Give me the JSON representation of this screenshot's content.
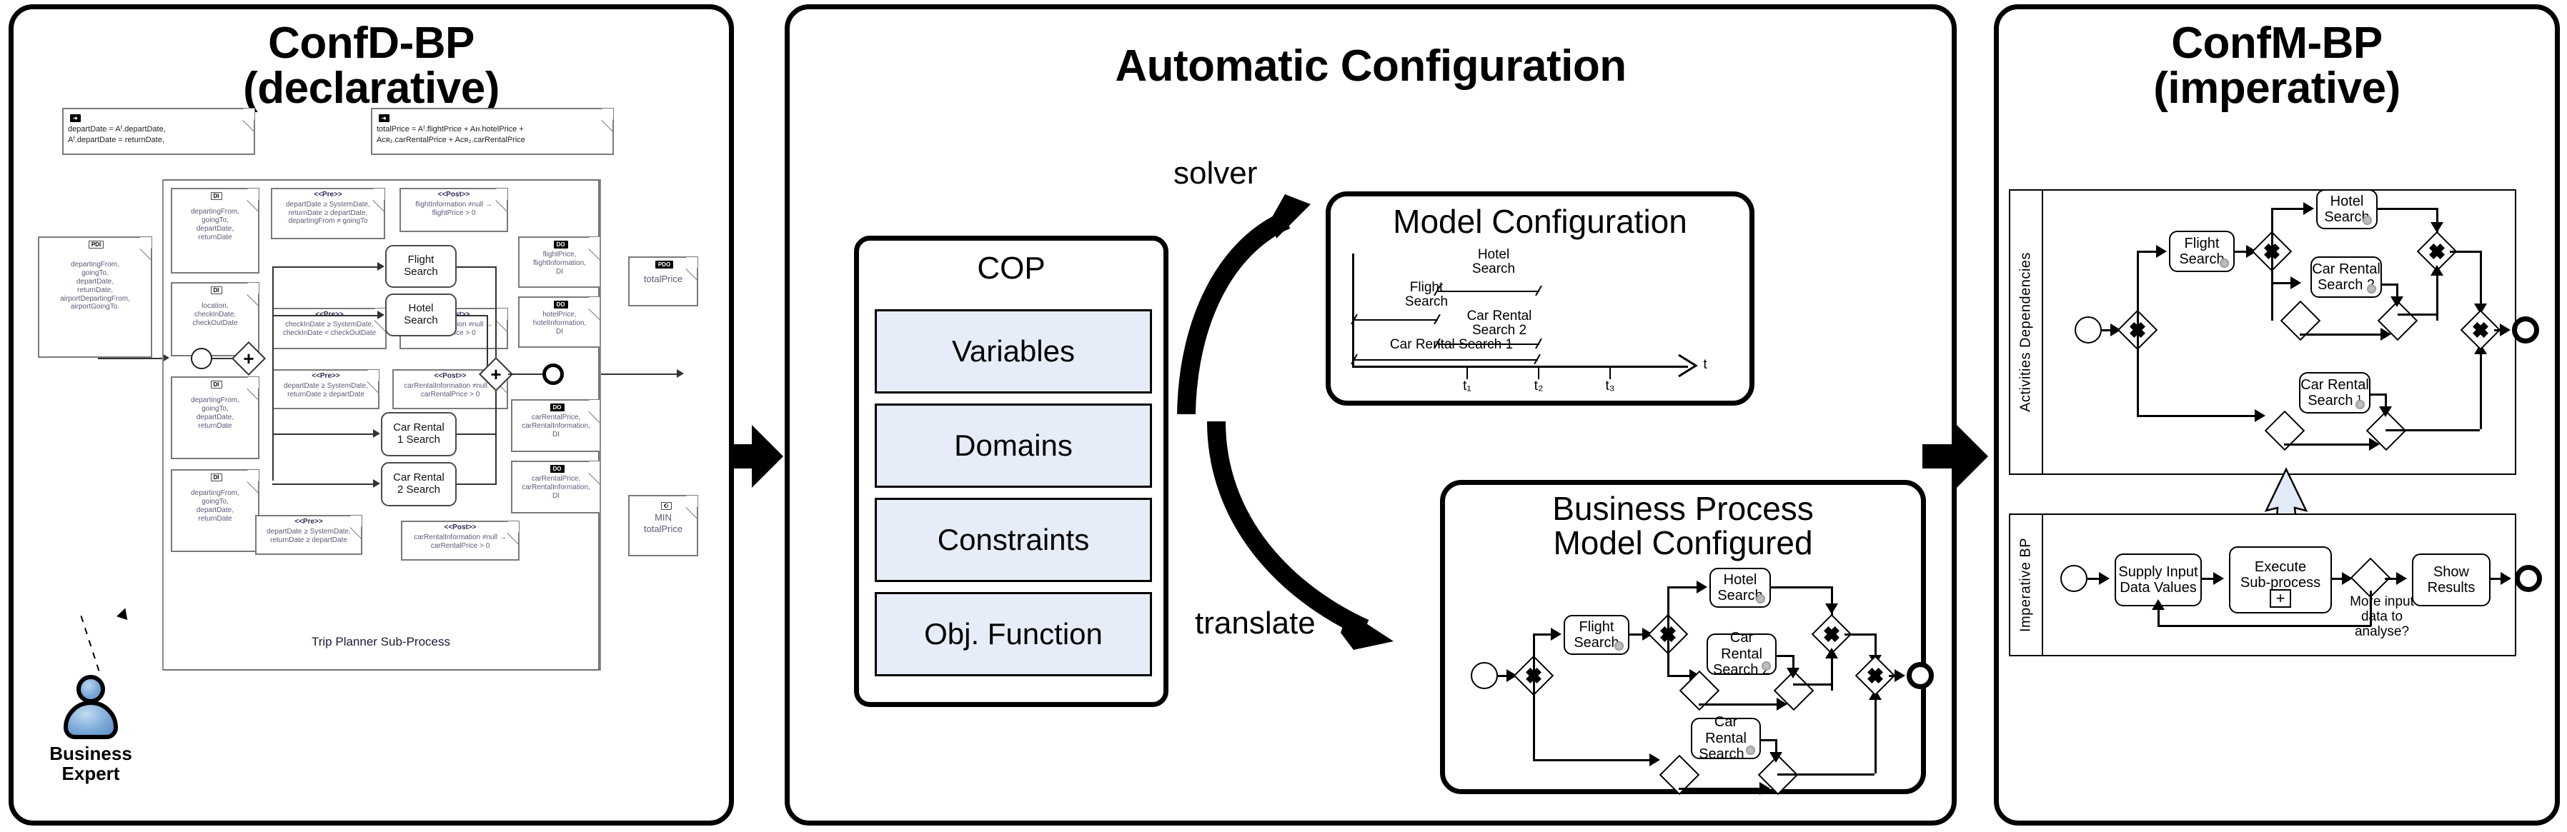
{
  "panels": {
    "left": {
      "title_line1": "ConfD-BP",
      "title_line2": "(declarative)"
    },
    "middle": {
      "title": "Automatic Configuration"
    },
    "right": {
      "title_line1": "ConfM-BP",
      "title_line2": "(imperative)"
    }
  },
  "flow_labels": {
    "solver": "solver",
    "translate": "translate"
  },
  "left_panel": {
    "annotation_top_left": "departDate = Aₑ.departDate,\nAₑ.departDate = returnDate,",
    "annotation_top_left_line1": "departDate = Aᶠ.departDate,",
    "annotation_top_left_line2": "Aᶠ.departDate = returnDate,",
    "annotation_top_right_line1": "totalPrice = Aᶠ.flightPrice + Aʜ.hotelPrice +",
    "annotation_top_right_line2": "Aᴄʀ₁.carRentalPrice + Aᴄʀ₂.carRentalPrice",
    "subprocess_label": "Trip Planner Sub-Process",
    "expert_label_line1": "Business",
    "expert_label_line2": "Expert",
    "tags": {
      "di": "DI",
      "pdi": "PDI",
      "do": "DO",
      "pdo": "PDO",
      "pre": "<<Pre>>",
      "post": "<<Post>>"
    },
    "data_objects": [
      {
        "name": "process-data-input",
        "tag": "PDI",
        "text": "departingFrom,\ngoingTo,\ndepartDate,\nreturnDate,\nairportDepartingFrom,\nairportGoingTo."
      },
      {
        "name": "di-flight",
        "tag": "DI",
        "text": "departingFrom,\ngoingTo,\ndepartDate,\nreturnDate"
      },
      {
        "name": "di-hotel",
        "tag": "DI",
        "text": "location,\ncheckInDate,\ncheckOutDate"
      },
      {
        "name": "di-carrental1",
        "tag": "DI",
        "text": "departingFrom,\ngoingTo,\ndepartDate,\nreturnDate"
      },
      {
        "name": "di-carrental2",
        "tag": "DI",
        "text": "departingFrom,\ngoingTo,\ndepartDate,\nreturnDate"
      }
    ],
    "pre_post": [
      {
        "name": "pre-flight",
        "hdr": "<<Pre>>",
        "text": "departDate ≥ SystemDate,\nreturnDate ≥ departDate,\ndepartingFrom ≠ goingTo"
      },
      {
        "name": "post-flight",
        "hdr": "<<Post>>",
        "text": "flightInformation ≠null →\nflightPrice > 0"
      },
      {
        "name": "pre-hotel",
        "hdr": "<<Pre>>",
        "text": "checkInDate ≥ SystemDate,\ncheckInDate < checkOutDate"
      },
      {
        "name": "post-hotel",
        "hdr": "<<Post>>",
        "text": "hotelInformation ≠null →\nhotelPrice > 0"
      },
      {
        "name": "pre-cr1",
        "hdr": "<<Pre>>",
        "text": "departDate ≥ SystemDate,\nreturnDate ≥ departDate"
      },
      {
        "name": "post-cr1",
        "hdr": "<<Post>>",
        "text": "carRentalInformation ≠null →\ncarRentalPrice > 0"
      },
      {
        "name": "pre-cr2",
        "hdr": "<<Pre>>",
        "text": "departDate ≥ SystemDate,\nreturnDate ≥ departDate"
      },
      {
        "name": "post-cr2",
        "hdr": "<<Post>>",
        "text": "carRentalInformation ≠null →\ncarRentalPrice > 0"
      }
    ],
    "outputs": [
      {
        "name": "do-flight",
        "tag": "DO",
        "text": "flightPrice,\nflightInformation,\nDI"
      },
      {
        "name": "do-hotel",
        "tag": "DO",
        "text": "hotelPrice,\nhotelInformation,\nDI"
      },
      {
        "name": "do-carrental1",
        "tag": "DO",
        "text": "carRentalPrice,\ncarRentalInformation,\nDI"
      },
      {
        "name": "do-carrental2",
        "tag": "DO",
        "text": "carRentalPrice,\ncarRentalInformation,\nDI"
      }
    ],
    "process_output": {
      "tag": "PDO",
      "text": "totalPrice"
    },
    "objective": {
      "text_line1": "MIN",
      "text_line2": "totalPrice"
    },
    "tasks": [
      {
        "name": "flight-search",
        "line1": "Flight",
        "line2": "Search"
      },
      {
        "name": "hotel-search",
        "line1": "Hotel",
        "line2": "Search"
      },
      {
        "name": "car-rental-1",
        "line1": "Car Rental",
        "line2": "1 Search"
      },
      {
        "name": "car-rental-2",
        "line1": "Car Rental",
        "line2": "2 Search"
      }
    ]
  },
  "cop": {
    "title": "COP",
    "items": [
      {
        "label": "Variables"
      },
      {
        "label": "Domains"
      },
      {
        "label": "Constraints"
      },
      {
        "label": "Obj. Function"
      }
    ],
    "item_fill": "#e6edf8",
    "item_border": "#000000"
  },
  "model_configuration": {
    "title": "Model Configuration",
    "axis_label": "t",
    "ticks": [
      "t₁",
      "t₂",
      "t₃"
    ],
    "activities": [
      {
        "name": "hotel-search",
        "label_line1": "Hotel",
        "label_line2": "Search",
        "start_tick": "t₁",
        "end_tick": "t₂"
      },
      {
        "name": "flight-search",
        "label_line1": "Flight",
        "label_line2": "Search",
        "start_tick": "0",
        "end_tick": "t₁"
      },
      {
        "name": "car-rental-2",
        "label_line1": "Car Rental",
        "label_line2": "Search 2",
        "start_tick": "t₁",
        "end_tick": "t₂"
      },
      {
        "name": "car-rental-1",
        "label_line1": "Car Rental Search 1",
        "label_line2": "",
        "start_tick": "0",
        "end_tick": "t₂"
      }
    ]
  },
  "bp_configured": {
    "title_line1": "Business Process",
    "title_line2": "Model Configured",
    "tasks": [
      {
        "name": "flight-search",
        "line1": "Flight",
        "line2": "Search"
      },
      {
        "name": "hotel-search",
        "line1": "Hotel",
        "line2": "Search"
      },
      {
        "name": "car-rental-2",
        "line1": "Car Rental",
        "line2": "Search 2"
      },
      {
        "name": "car-rental-1",
        "line1": "Car Rental",
        "line2": "Search ¹"
      }
    ]
  },
  "right_panel": {
    "lane_top_label": "Activities Dependencies",
    "lane_bottom_label": "Imperative BP",
    "top_tasks": [
      {
        "name": "flight-search",
        "line1": "Flight",
        "line2": "Search"
      },
      {
        "name": "hotel-search",
        "line1": "Hotel",
        "line2": "Search"
      },
      {
        "name": "car-rental-2",
        "line1": "Car Rental",
        "line2": "Search 2"
      },
      {
        "name": "car-rental-1",
        "line1": "Car Rental",
        "line2": "Search ¹"
      }
    ],
    "bottom_tasks": [
      {
        "name": "supply-input-data-values",
        "line1": "Supply Input",
        "line2": "Data Values"
      },
      {
        "name": "execute-sub-process",
        "line1": "Execute",
        "line2": "Sub-process"
      },
      {
        "name": "show-results",
        "line1": "Show",
        "line2": "Results"
      }
    ],
    "subprocess_marker": "+",
    "gateway_condition": "More input\ndata to\nanalyse?",
    "gateway_condition_l1": "More input",
    "gateway_condition_l2": "data to",
    "gateway_condition_l3": "analyse?"
  }
}
